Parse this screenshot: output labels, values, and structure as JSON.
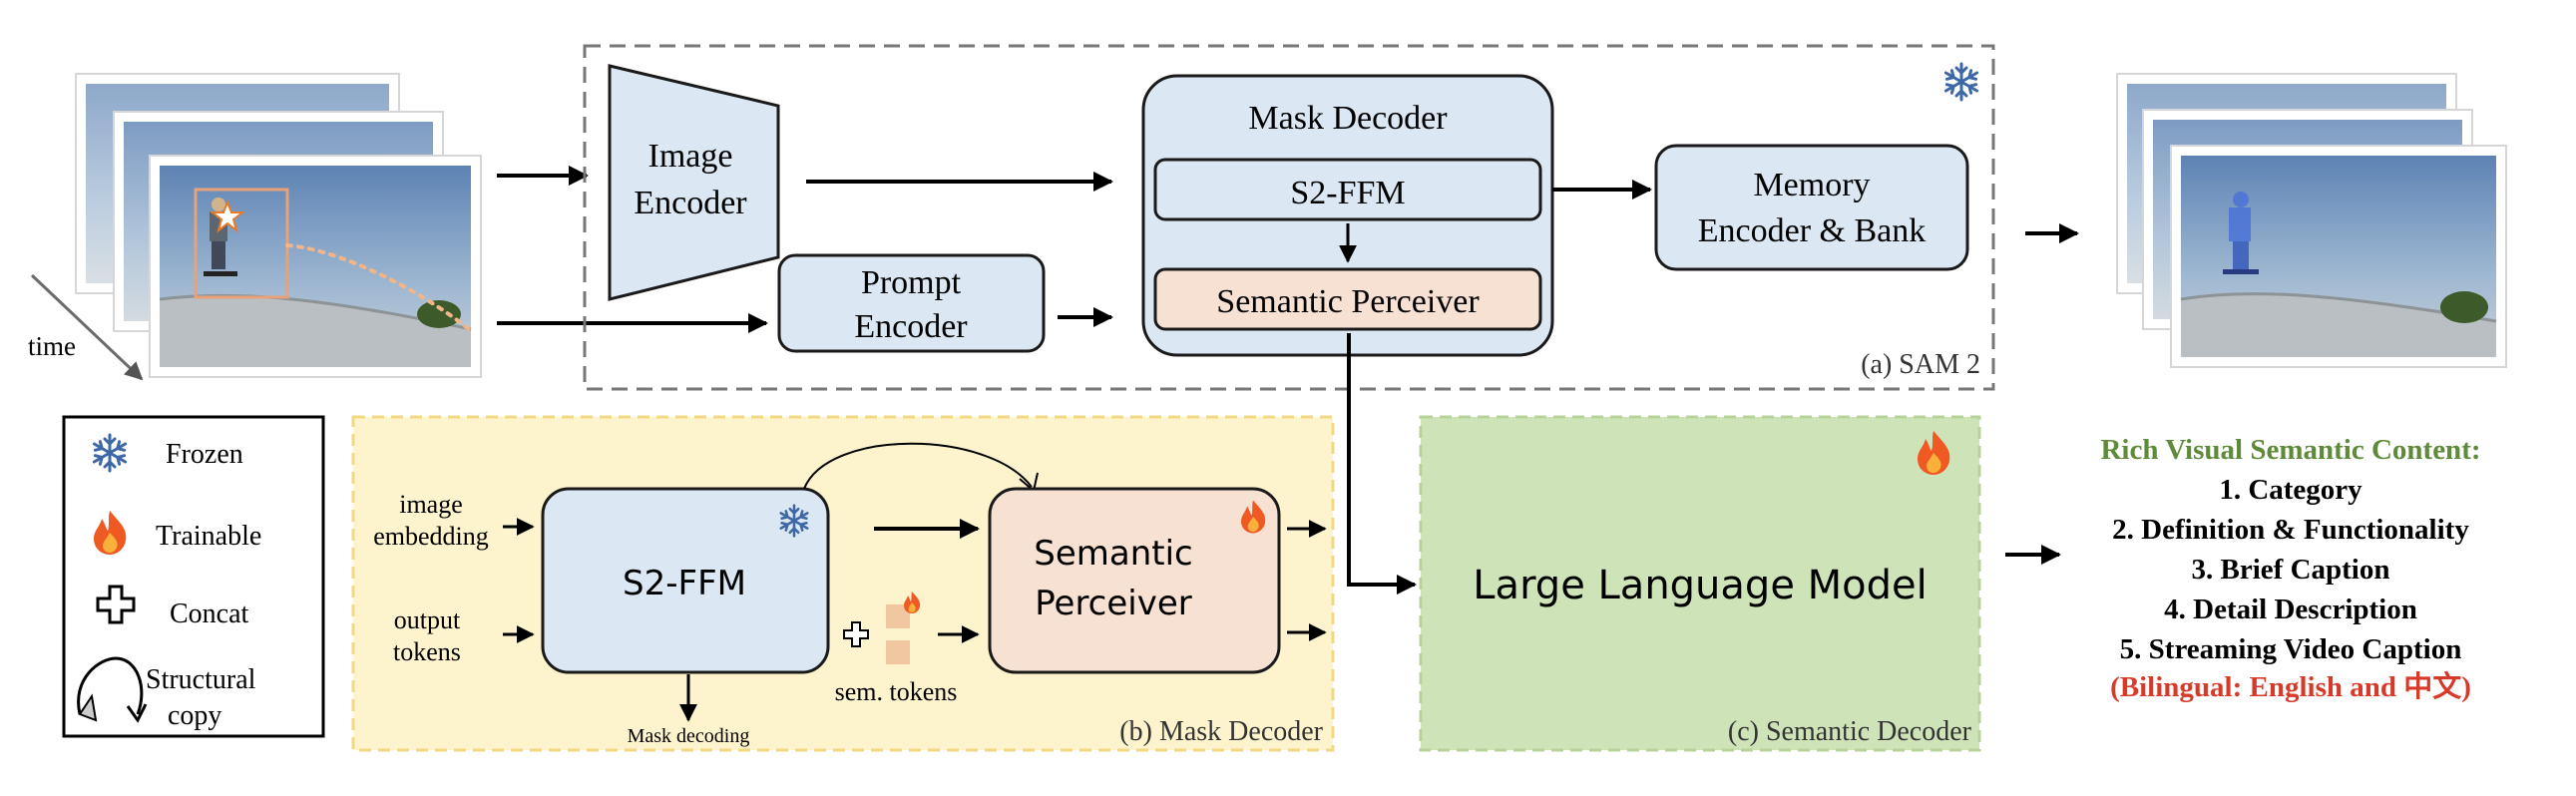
{
  "sam2": {
    "image_encoder": [
      "Image",
      "Encoder"
    ],
    "prompt_encoder": [
      "Prompt",
      "Encoder"
    ],
    "mask_decoder_title": "Mask Decoder",
    "s2ffm": "S2-FFM",
    "semantic_perceiver": "Semantic Perceiver",
    "memory": [
      "Memory",
      "Encoder & Bank"
    ],
    "caption": "(a) SAM 2"
  },
  "input_frames": {
    "time_label": "time"
  },
  "legend": {
    "frozen": "Frozen",
    "trainable": "Trainable",
    "concat": "Concat",
    "structural_copy": [
      "Structural",
      "copy"
    ]
  },
  "mask_decoder_detail": {
    "image_embedding": [
      "image",
      "embedding"
    ],
    "output_tokens": [
      "output",
      "tokens"
    ],
    "s2ffm": "S2-FFM",
    "semantic_perceiver": [
      "Semantic",
      "Perceiver"
    ],
    "mask_decoding": "Mask decoding",
    "sem_tokens": "sem. tokens",
    "caption": "(b) Mask Decoder"
  },
  "semantic_decoder": {
    "llm": "Large Language Model",
    "caption": "(c) Semantic Decoder"
  },
  "semantic_content": {
    "title": "Rich Visual Semantic Content:",
    "items": [
      "1. Category",
      "2. Definition & Functionality",
      "3. Brief Caption",
      "4. Detail Description",
      "5. Streaming Video Caption"
    ],
    "bilingual": "(Bilingual: English and 中文)"
  },
  "colors": {
    "blue_box": "#dbe7f3",
    "peach_box": "#f7e1d3",
    "yellow_region": "#fdf3cc",
    "green_region": "#cfe3b9",
    "title_green": "#5f8a3a",
    "bilingual_red": "#d83a2a",
    "frozen_blue": "#3e67a6",
    "fire_orange": "#ef5a24"
  }
}
